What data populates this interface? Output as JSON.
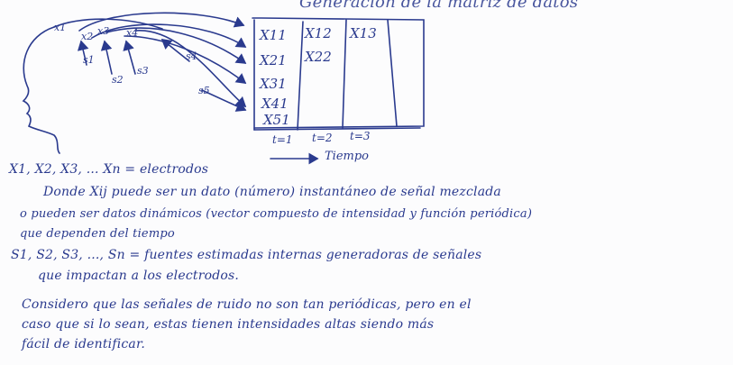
{
  "note": {
    "header_text": "Generacion de la matriz de datos",
    "head_labels": {
      "electrodes": [
        "x1",
        "x2",
        "x3",
        "x4"
      ],
      "sources": [
        "s1",
        "s2",
        "s3",
        "s4",
        "s5"
      ]
    },
    "matrix_cells": [
      [
        "X11",
        "X12",
        "X13"
      ],
      [
        "X21",
        "X22",
        ""
      ],
      [
        "X31",
        "",
        ""
      ],
      [
        "X41",
        "",
        ""
      ],
      [
        "X51",
        "",
        ""
      ]
    ],
    "time_ticks": [
      "t=1",
      "t=2",
      "t=3"
    ],
    "time_axis_label": "Tiempo",
    "lines": [
      "X1, X2, X3, ... Xn = electrodos",
      "Donde Xij puede ser un dato (número) instantáneo de señal mezclada",
      "o pueden ser datos dinámicos (vector compuesto de intensidad y función periódica)",
      "que dependen del tiempo",
      "S1, S2, S3, ..., Sn = fuentes estimadas internas generadoras de señales",
      "que impactan a los electrodos.",
      "Considero que las señales de ruido no son tan periódicas, pero en el",
      "caso que si lo sean, estas tienen intensidades altas siendo más",
      "fácil de identificar."
    ]
  }
}
